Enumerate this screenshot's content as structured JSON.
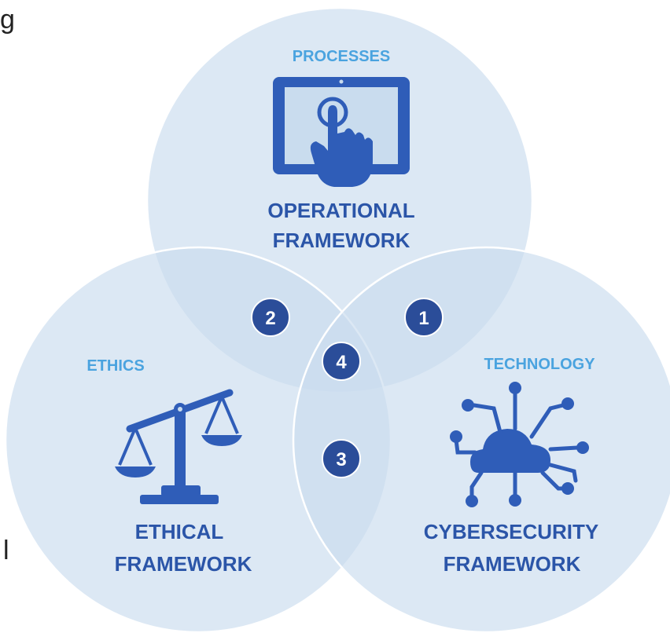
{
  "edge_text": {
    "top_left": "g",
    "bottom_left": "l"
  },
  "circles": {
    "operational": {
      "category": "PROCESSES",
      "line1": "OPERATIONAL",
      "line2": "FRAMEWORK",
      "icon": "tablet-touch-icon"
    },
    "ethical": {
      "category": "ETHICS",
      "line1": "ETHICAL",
      "line2": "FRAMEWORK",
      "icon": "balance-scale-icon"
    },
    "cybersecurity": {
      "category": "TECHNOLOGY",
      "line1": "CYBERSECURITY",
      "line2": "FRAMEWORK",
      "icon": "cloud-circuit-icon"
    }
  },
  "intersections": {
    "one": "1",
    "two": "2",
    "three": "3",
    "four": "4"
  },
  "colors": {
    "circle_fill": "#c9dcee",
    "category_text": "#4aa3df",
    "framework_text": "#2b55a8",
    "badge": "#2b4d99",
    "icon": "#2f5db8"
  }
}
